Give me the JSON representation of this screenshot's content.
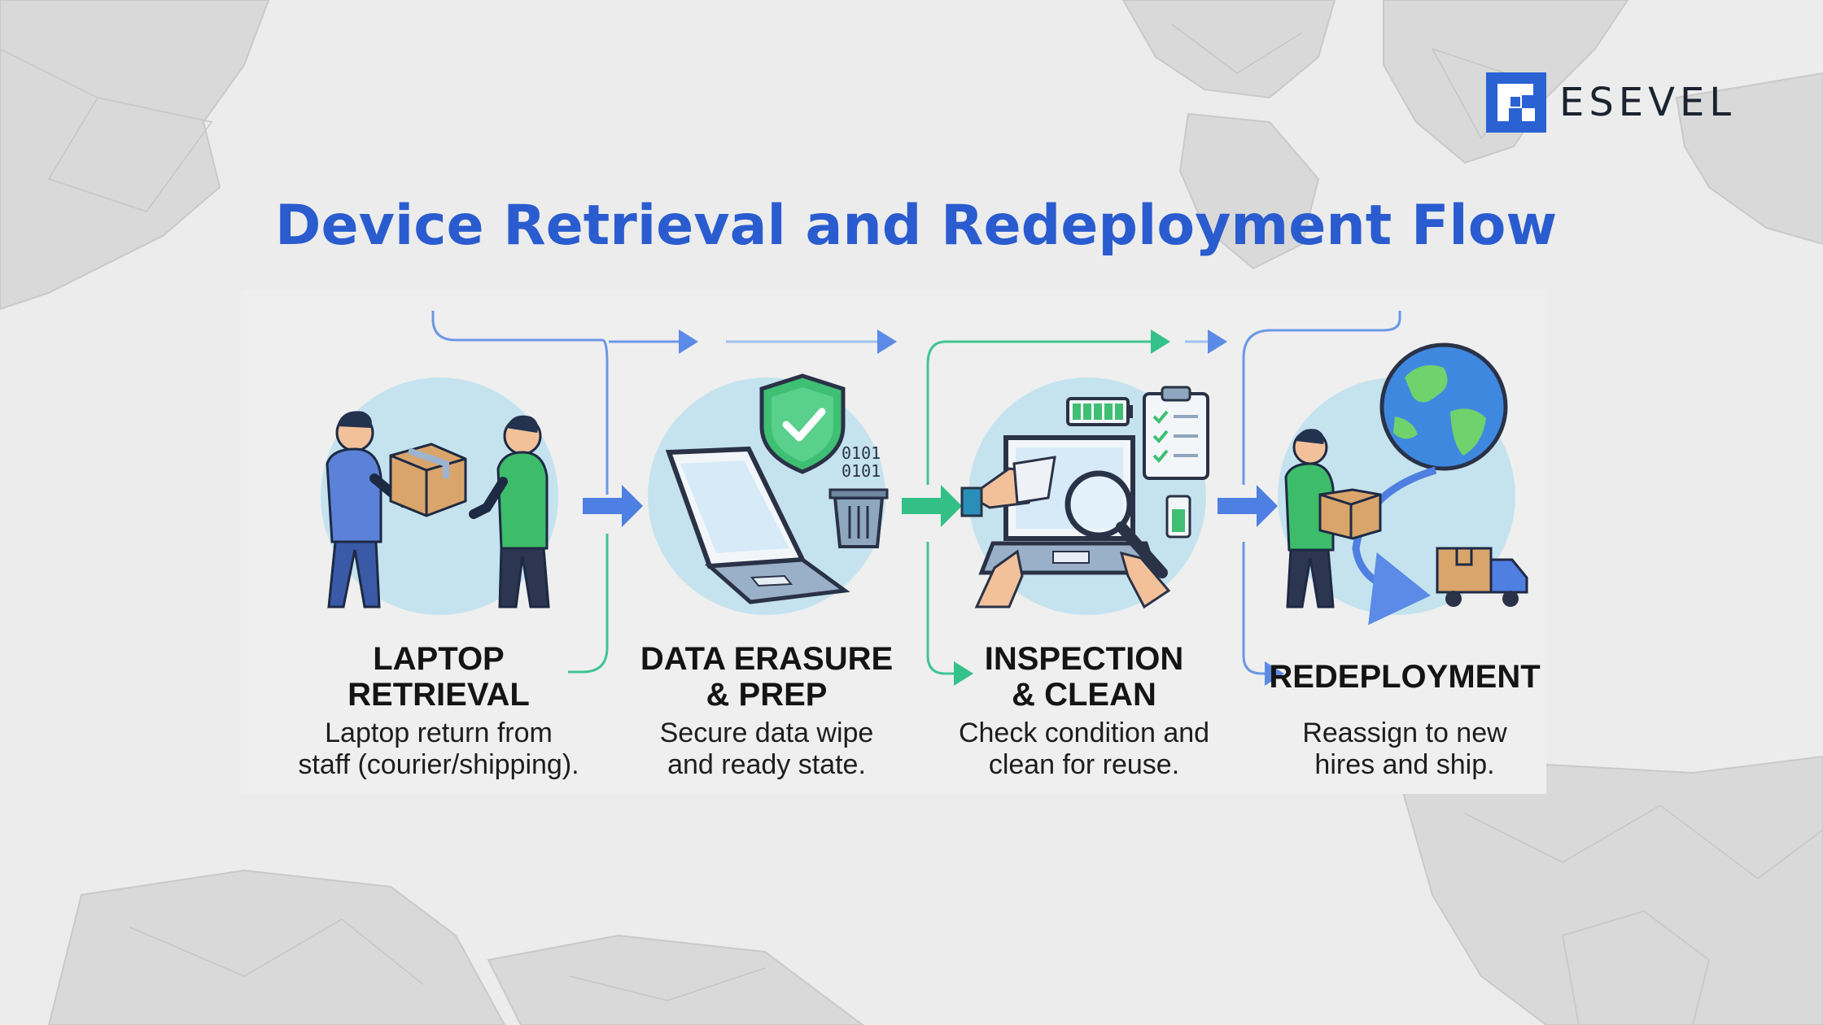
{
  "brand": {
    "name": "ESEVEL",
    "logo_icon": "square-bracket-logo-icon",
    "color": "#2a5ccf"
  },
  "title": "Device Retrieval and Redeployment Flow",
  "colors": {
    "title": "#2a5ccf",
    "arrow_blue": "#4f7fe0",
    "arrow_green": "#34c08a",
    "circle": "#c5e3ef"
  },
  "steps": [
    {
      "title": "LAPTOP\nRETRIEVAL",
      "description": "Laptop return from\nstaff (courier/shipping).",
      "icon": "box-handover-icon"
    },
    {
      "title": "DATA ERASURE\n& PREP",
      "description": "Secure data wipe\nand ready state.",
      "icon": "laptop-shield-icon",
      "icon_text": [
        "0101",
        "0101"
      ]
    },
    {
      "title": "INSPECTION\n& CLEAN",
      "description": "Check condition and\nclean for reuse.",
      "icon": "laptop-inspection-icon"
    },
    {
      "title": "REDEPLOYMENT",
      "description": "Reassign to new\nhires and ship.",
      "icon": "globe-delivery-icon"
    }
  ]
}
